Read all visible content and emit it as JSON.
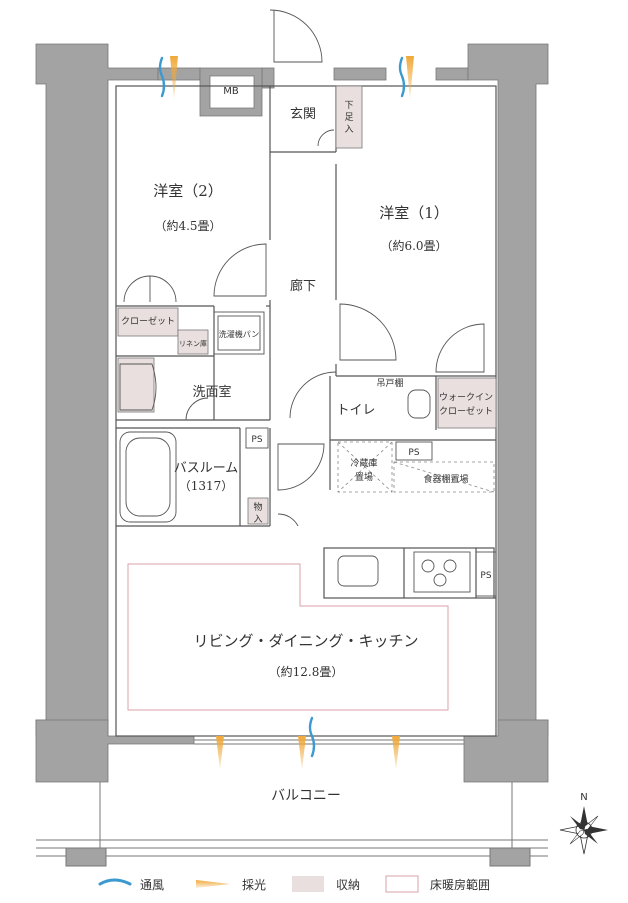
{
  "rooms": {
    "western_room_2": {
      "name": "洋室（2）",
      "size": "（約4.5畳）"
    },
    "western_room_1": {
      "name": "洋室（1）",
      "size": "（約6.0畳）"
    },
    "entrance": "玄関",
    "shoe_storage": [
      "下",
      "足",
      "入"
    ],
    "mb": "MB",
    "hallway": "廊下",
    "closet": "クローゼット",
    "linen": "リネン庫",
    "washer_pan": "洗濯機パン",
    "washroom": "洗面室",
    "toilet": "トイレ",
    "hanging_shelf": "吊戸棚",
    "walk_in_closet": [
      "ウォークイン",
      "クローゼット"
    ],
    "ps": "PS",
    "bathroom": {
      "name": "バスルーム",
      "size": "（1317）"
    },
    "fridge": [
      "冷蔵庫",
      "置場"
    ],
    "dish_shelf": "食器棚置場",
    "storage": [
      "物",
      "入"
    ],
    "ldk": {
      "name": "リビング・ダイニング・キッチン",
      "size": "（約12.8畳）"
    },
    "balcony": "バルコニー"
  },
  "compass": "N",
  "legend": {
    "ventilation": "通風",
    "daylight": "採光",
    "storage": "収納",
    "floor_heating": "床暖房範囲"
  },
  "colors": {
    "wall": "#a3a3a3",
    "line": "#555555",
    "storage_fill": "#e9dfdf",
    "heating_line": "#d9a2aa",
    "vent_blue": "#3c9ad0",
    "light_orange": "#f0a93a"
  }
}
